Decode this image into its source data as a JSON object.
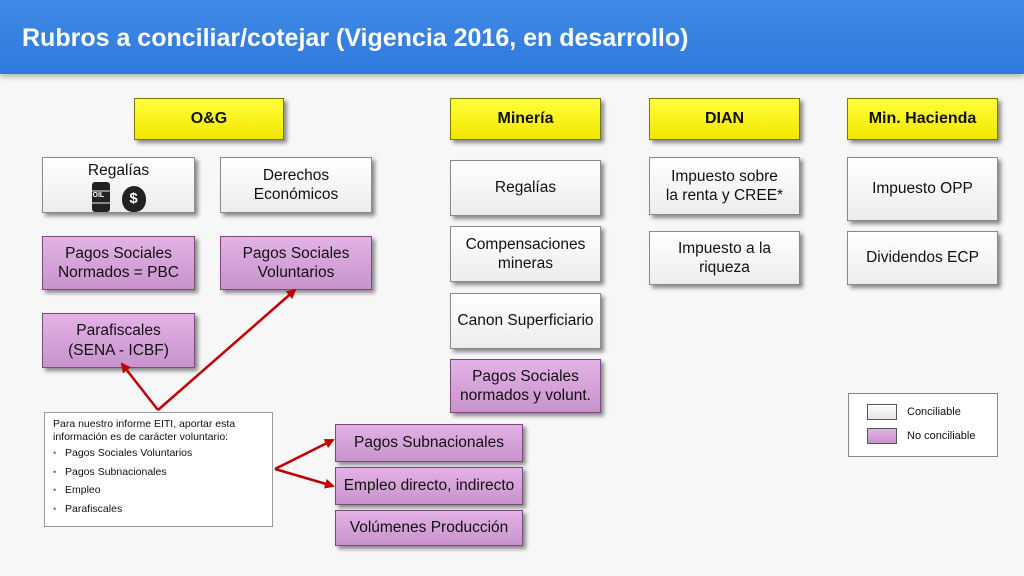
{
  "title": "Rubros a conciliar/cotejar (Vigencia 2016, en desarrollo)",
  "headers": {
    "og": "O&G",
    "mineria": "Minería",
    "dian": "DIAN",
    "hacienda": "Min. Hacienda"
  },
  "og": {
    "regalias": "Regalías",
    "oil_label": "OIL",
    "money_symbol": "$",
    "derechos": "Derechos\nEconómicos",
    "pagos_normados": "Pagos Sociales\nNormados = PBC",
    "pagos_voluntarios": "Pagos Sociales\nVoluntarios",
    "parafiscales": "Parafiscales\n(SENA - ICBF)"
  },
  "mineria": {
    "regalias": "Regalías",
    "compensaciones": "Compensaciones\nmineras",
    "canon": "Canon Superficiario",
    "pagos_sociales": "Pagos Sociales\nnormados y volunt."
  },
  "dian": {
    "renta": "Impuesto sobre\nla renta y CREE*",
    "riqueza": "Impuesto a la\nriqueza"
  },
  "hacienda": {
    "opp": "Impuesto OPP",
    "dividendos": "Dividendos ECP"
  },
  "note": {
    "intro": "Para nuestro informe EITI, aportar esta información es de carácter voluntario:",
    "items": [
      "Pagos Sociales Voluntarios",
      "Pagos Subnacionales",
      "Empleo",
      "Parafiscales"
    ]
  },
  "extra": {
    "subnacionales": "Pagos Subnacionales",
    "empleo": "Empleo directo, indirecto",
    "volumenes": "Volúmenes Producción"
  },
  "legend": {
    "conciliable": "Conciliable",
    "no_conciliable": "No conciliable"
  },
  "colors": {
    "header_bar": "#2f79dc",
    "category": "#ffff00",
    "conciliable": "#ffffff",
    "no_conciliable": "#c893cc",
    "arrow": "#c00000"
  }
}
